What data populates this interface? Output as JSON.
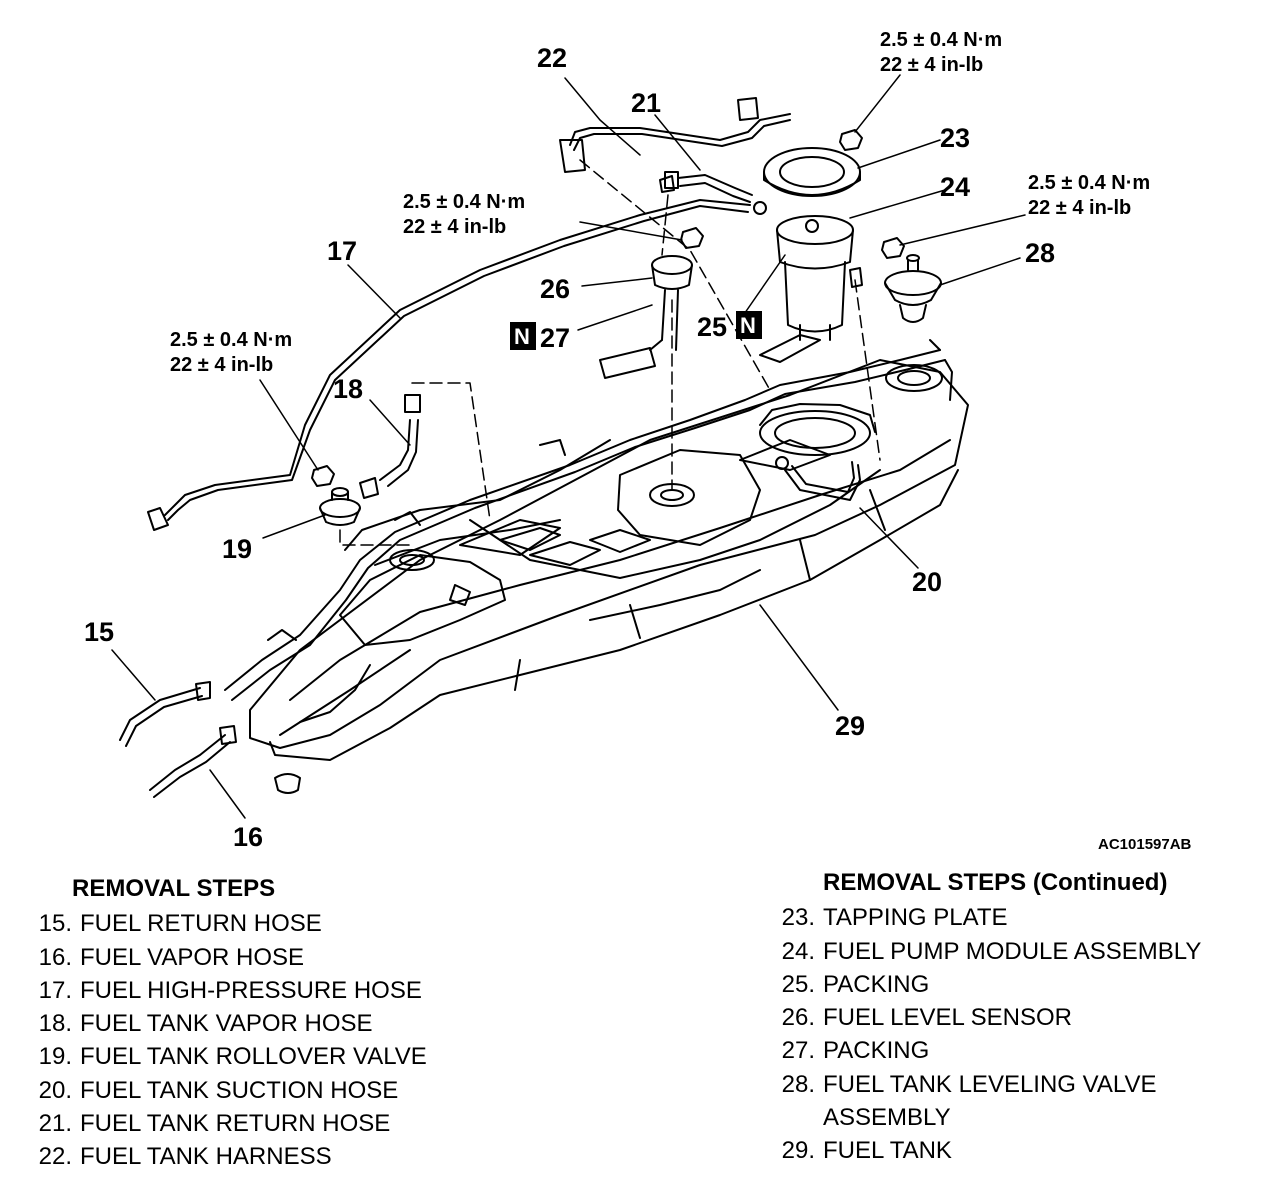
{
  "figure_id": "AC101597AB",
  "torque_spec": {
    "line1": "2.5 ± 0.4 N·m",
    "line2": "22 ± 4 in-lb"
  },
  "callouts": {
    "c15": "15",
    "c16": "16",
    "c17": "17",
    "c18": "18",
    "c19": "19",
    "c20": "20",
    "c21": "21",
    "c22": "22",
    "c23": "23",
    "c24": "24",
    "c25": "25",
    "c26": "26",
    "c27": "27",
    "c28": "28",
    "c29": "29"
  },
  "n_badge": "N",
  "removal_steps": {
    "title": "REMOVAL STEPS",
    "items": [
      {
        "num": "15.",
        "text": "FUEL RETURN HOSE"
      },
      {
        "num": "16.",
        "text": "FUEL VAPOR HOSE"
      },
      {
        "num": "17.",
        "text": "FUEL HIGH-PRESSURE HOSE"
      },
      {
        "num": "18.",
        "text": "FUEL TANK VAPOR HOSE"
      },
      {
        "num": "19.",
        "text": "FUEL TANK ROLLOVER VALVE"
      },
      {
        "num": "20.",
        "text": "FUEL TANK SUCTION HOSE"
      },
      {
        "num": "21.",
        "text": "FUEL TANK RETURN HOSE"
      },
      {
        "num": "22.",
        "text": "FUEL TANK HARNESS"
      }
    ]
  },
  "removal_steps_continued": {
    "title": "REMOVAL STEPS (Continued)",
    "items": [
      {
        "num": "23.",
        "text": "TAPPING PLATE"
      },
      {
        "num": "24.",
        "text": "FUEL PUMP MODULE ASSEMBLY"
      },
      {
        "num": "25.",
        "text": "PACKING"
      },
      {
        "num": "26.",
        "text": "FUEL LEVEL SENSOR"
      },
      {
        "num": "27.",
        "text": "PACKING"
      },
      {
        "num": "28.",
        "text": "FUEL TANK LEVELING VALVE",
        "cont": "ASSEMBLY"
      },
      {
        "num": "29.",
        "text": "FUEL TANK"
      }
    ]
  }
}
